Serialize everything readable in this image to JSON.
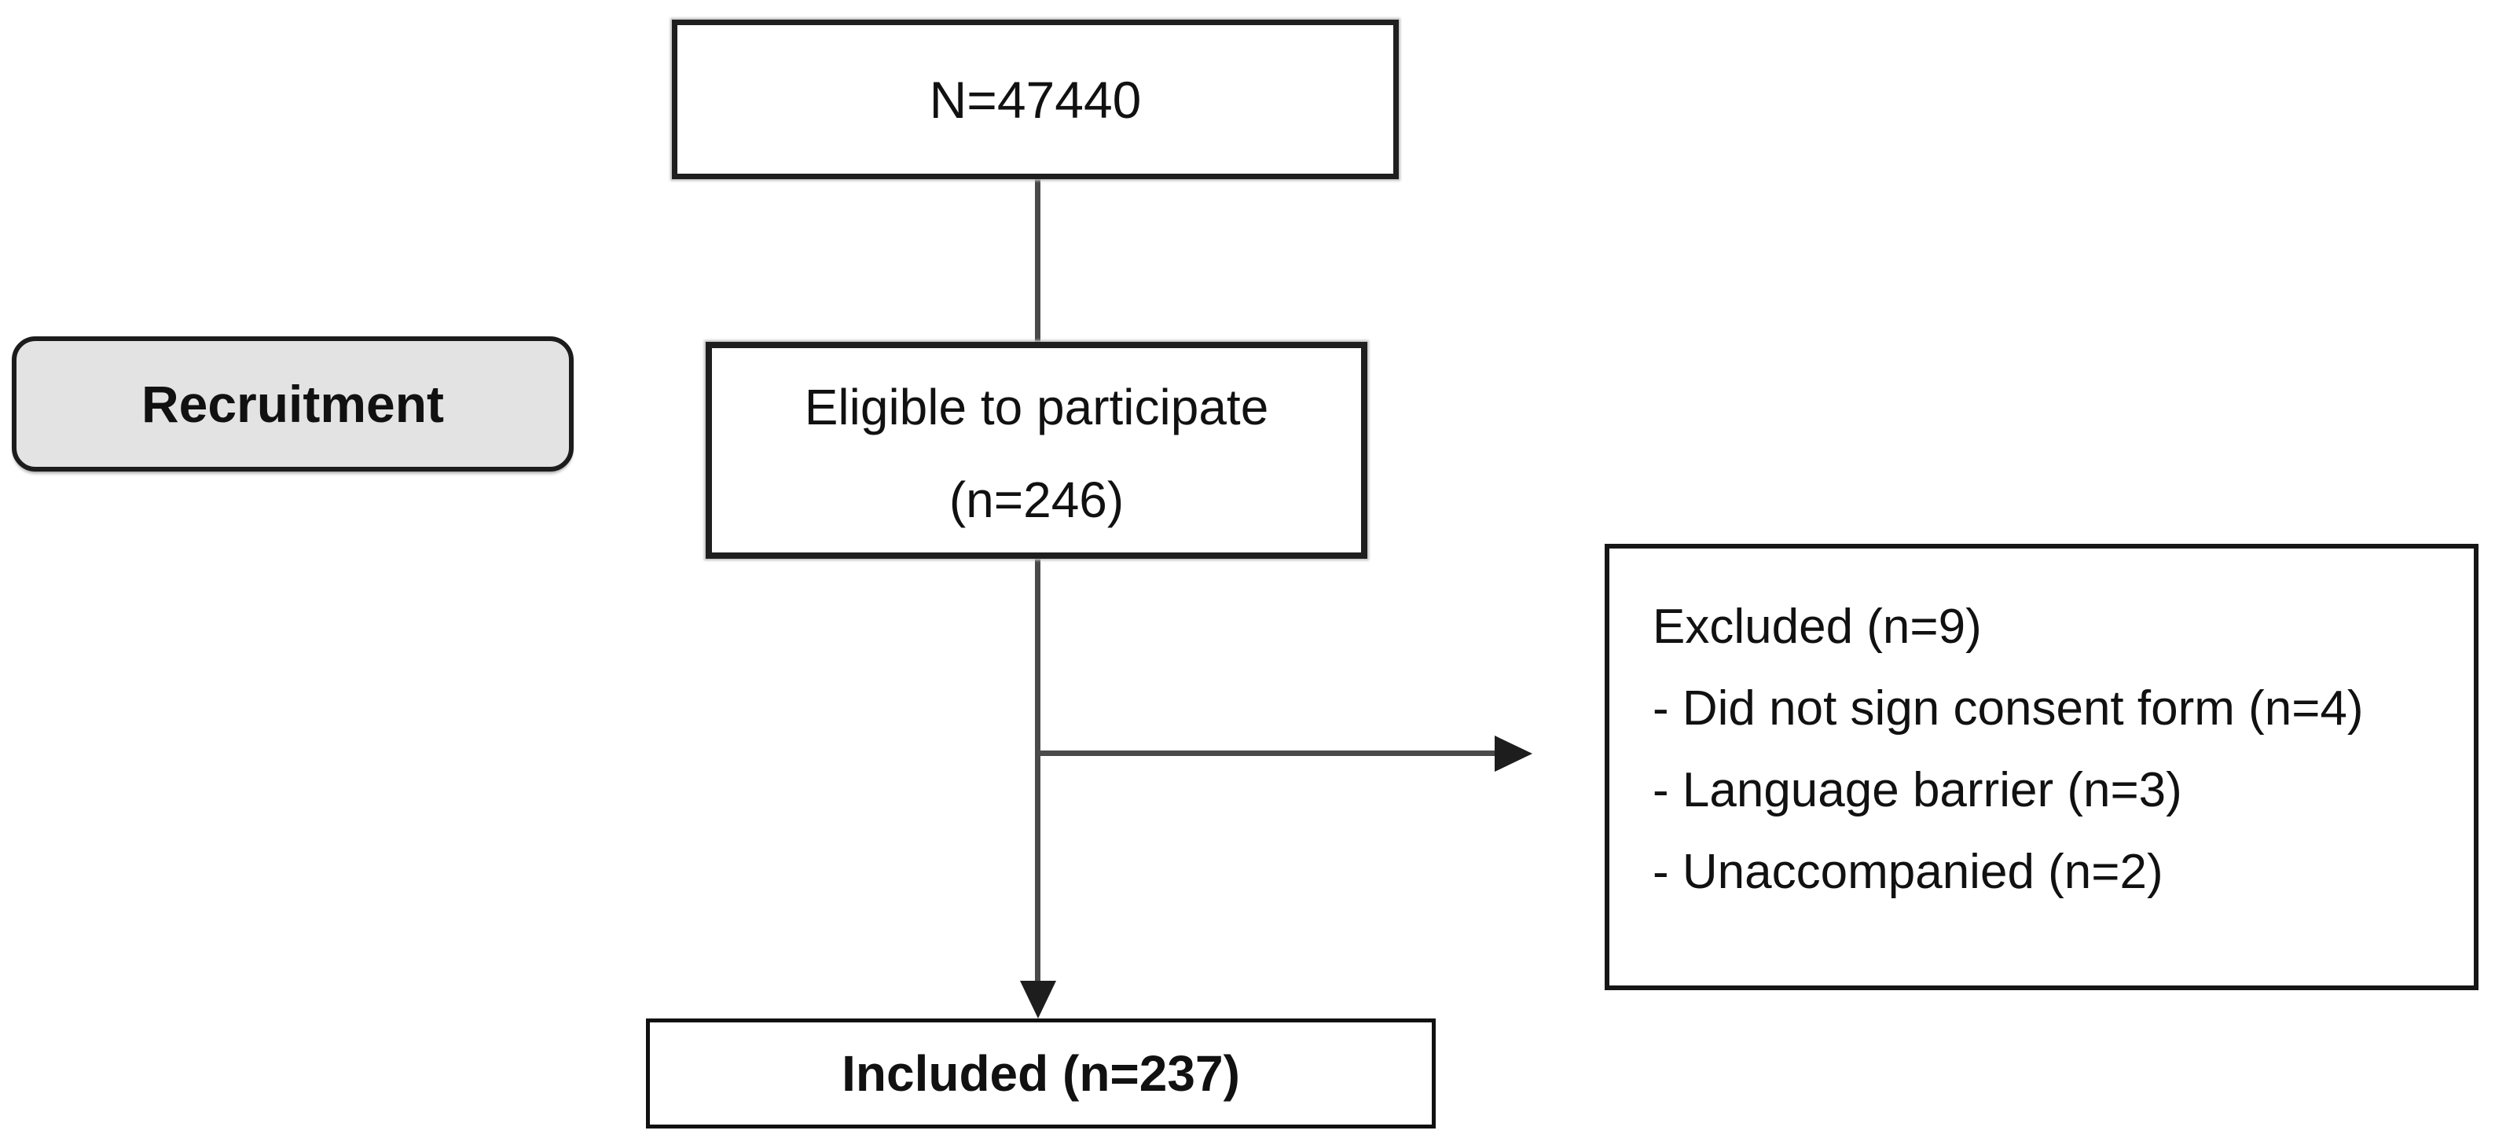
{
  "diagram": {
    "stage_label": "Recruitment",
    "nodes": {
      "total": {
        "label": "N=47440"
      },
      "eligible": {
        "line1": "Eligible to participate",
        "line2": "(n=246)"
      },
      "excluded": {
        "title": "Excluded (n=9)",
        "items": [
          "- Did not sign consent form (n=4)",
          "- Language barrier (n=3)",
          "- Unaccompanied (n=2)"
        ]
      },
      "included": {
        "label": "Included (n=237)"
      }
    },
    "colors": {
      "box_border": "#1f1f1f",
      "connector": "#4a4a4a",
      "stage_fill": "#e3e3e3",
      "background": "#ffffff"
    }
  }
}
